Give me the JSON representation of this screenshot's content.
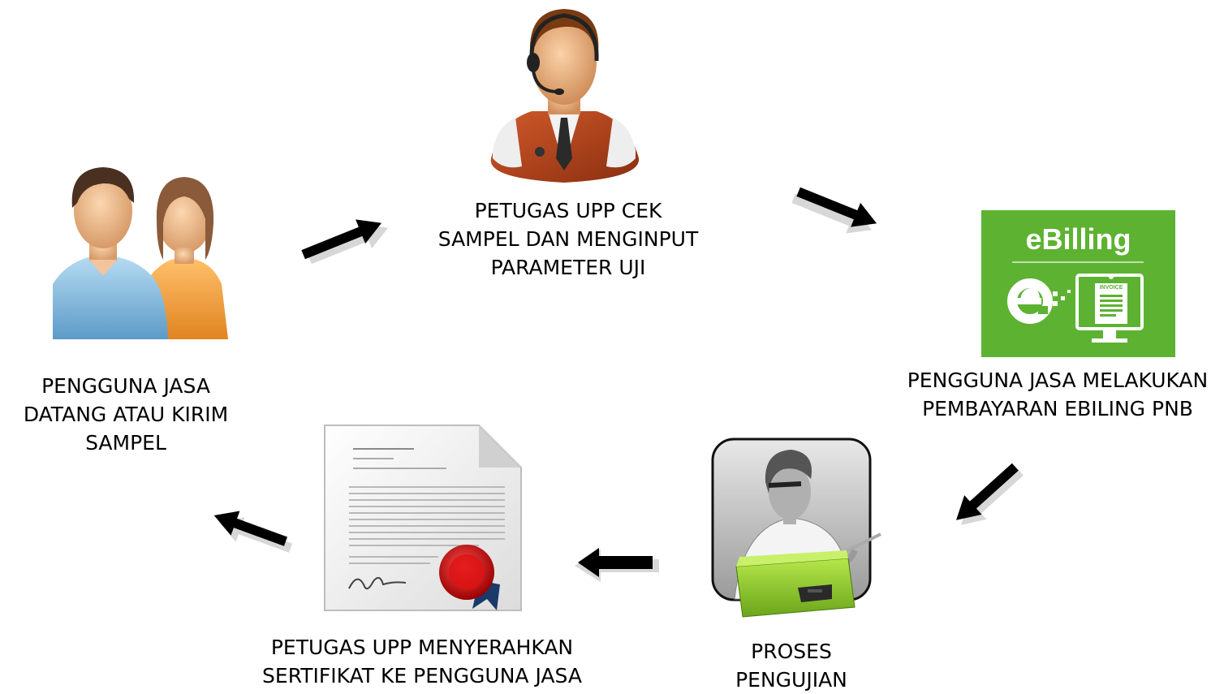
{
  "steps": [
    {
      "id": "users",
      "lines": [
        "PENGGUNA JASA",
        "DATANG ATAU KIRIM",
        "SAMPEL"
      ],
      "icon": "users-icon"
    },
    {
      "id": "operator",
      "lines": [
        "PETUGAS UPP CEK",
        "SAMPEL DAN MENGINPUT",
        "PARAMETER UJI"
      ],
      "icon": "operator-headset-icon"
    },
    {
      "id": "ebilling",
      "lines": [
        "PENGGUNA JASA MELAKUKAN",
        "PEMBAYARAN EBILING PNB"
      ],
      "icon": "ebilling-icon"
    },
    {
      "id": "testing",
      "lines": [
        "PROSES",
        "PENGUJIAN"
      ],
      "icon": "lab-scientist-icon"
    },
    {
      "id": "certificate",
      "lines": [
        "PETUGAS UPP MENYERAHKAN",
        "SERTIFIKAT KE PENGGUNA JASA"
      ],
      "icon": "certificate-icon"
    }
  ],
  "ebilling_logo": {
    "title": "eBilling",
    "invoice": "INVOICE",
    "bg_color": "#5db232"
  },
  "colors": {
    "arrow": "#000000",
    "arrow_shadow": "#d7d7d7",
    "text": "#000000"
  }
}
